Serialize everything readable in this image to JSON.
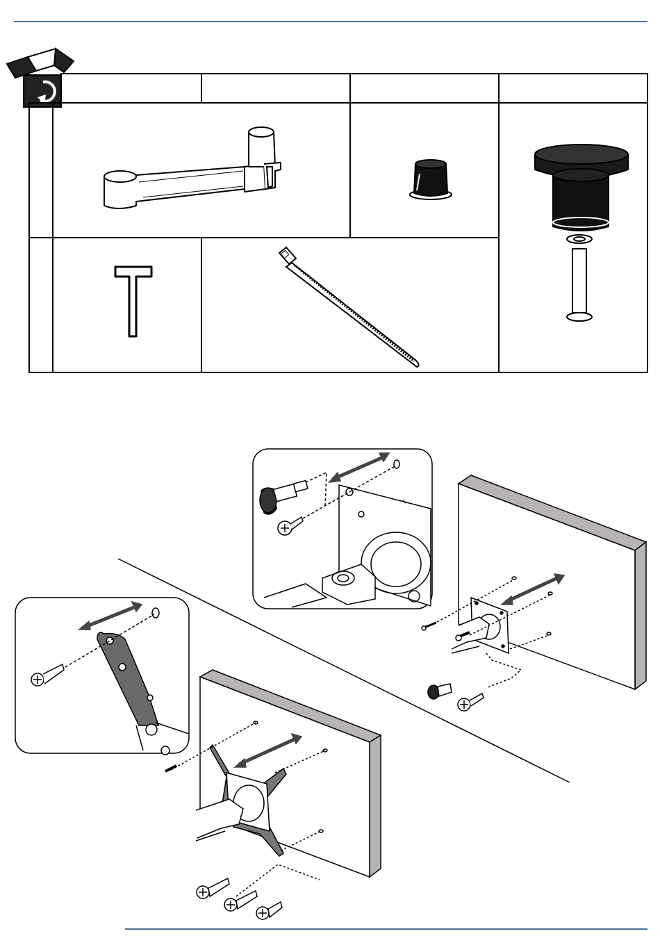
{
  "header": {
    "rule_color": "#4a6f9e"
  },
  "parts_table": {
    "header_cells": [
      "",
      "",
      "",
      ""
    ],
    "row_labels": [
      "",
      ""
    ],
    "items": [
      {
        "id": "extension-arm",
        "label": ""
      },
      {
        "id": "bushing-cap",
        "label": ""
      },
      {
        "id": "desk-clamp-post",
        "label": ""
      },
      {
        "id": "allen-key",
        "label": ""
      },
      {
        "id": "cable-tie",
        "label": ""
      }
    ]
  },
  "diagrams": {
    "top_detail": "thumb-screw-vesa-75",
    "bottom_detail": "vesa-100-adapter-plate"
  }
}
